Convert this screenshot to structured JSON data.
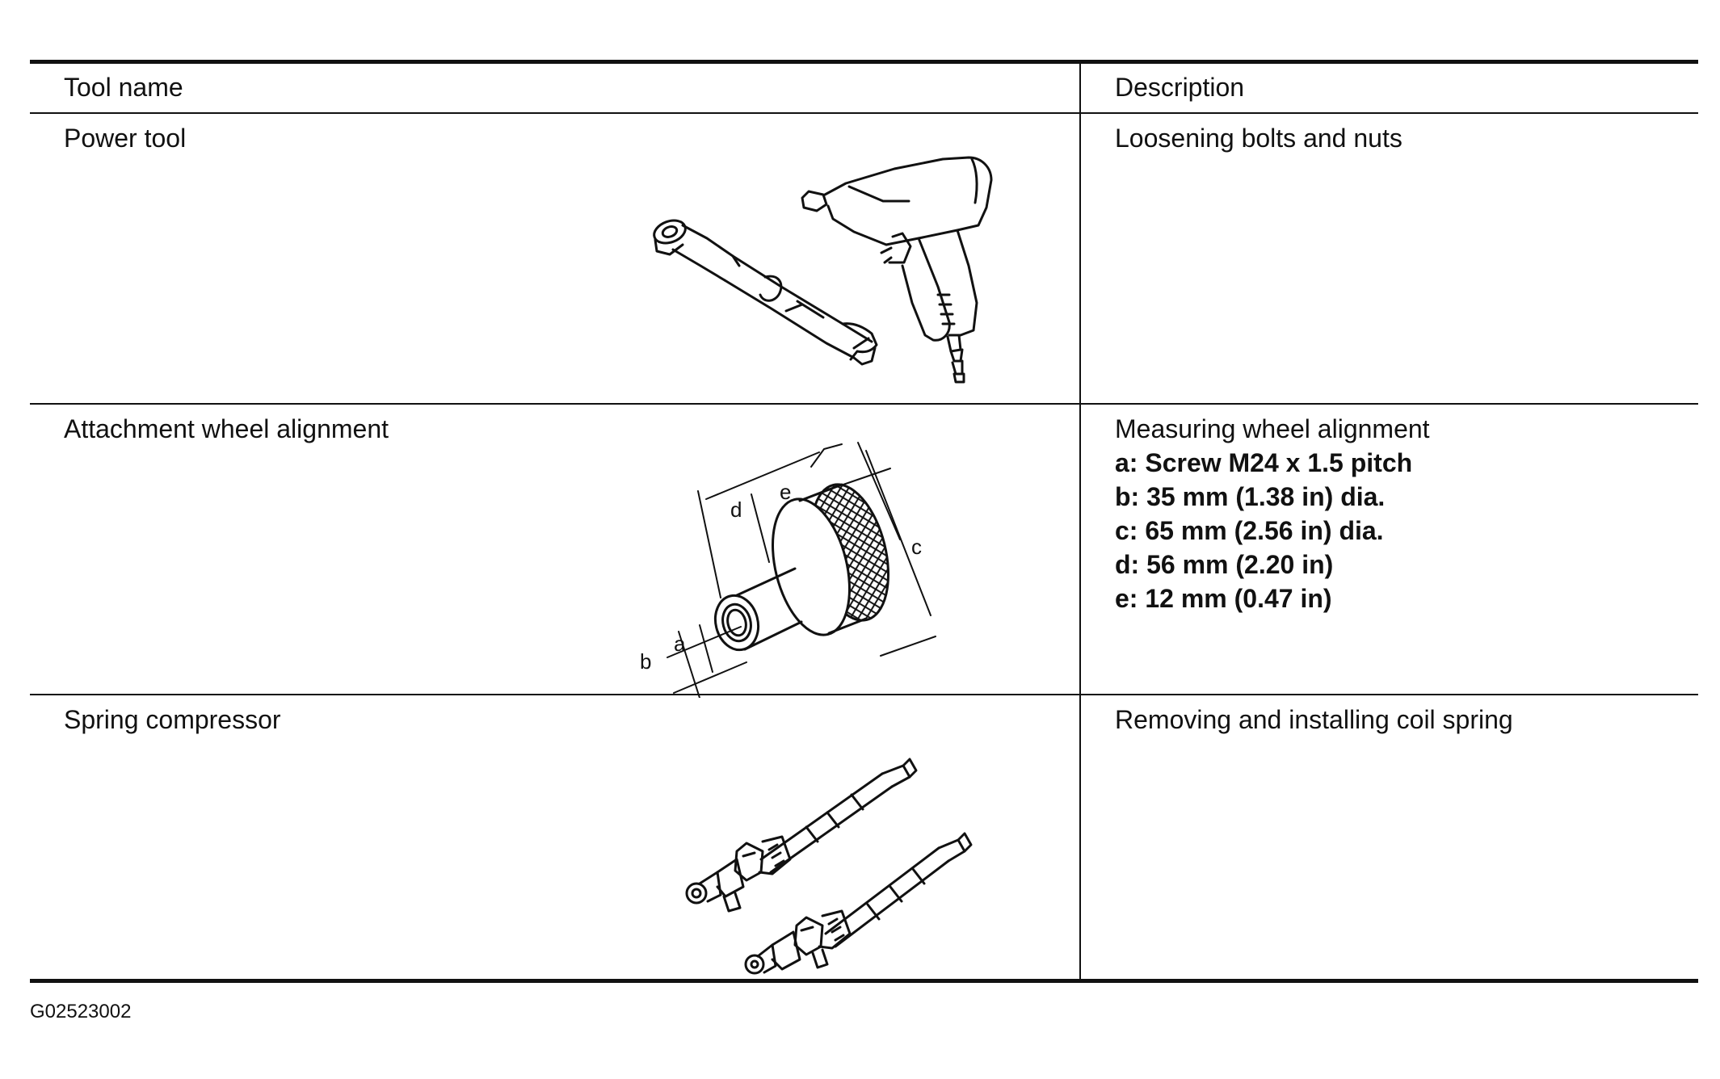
{
  "table": {
    "headers": {
      "tool_name": "Tool name",
      "description": "Description"
    },
    "rows": [
      {
        "tool_name": "Power tool",
        "description": "Loosening bolts and nuts",
        "illustration_icon": "pneumatic-ratchet-and-impact-wrench-icon"
      },
      {
        "tool_name": "Attachment wheel alignment",
        "description": "Measuring wheel alignment",
        "specs": [
          "a: Screw M24 x 1.5 pitch",
          "b: 35 mm (1.38 in) dia.",
          "c: 65 mm (2.56 in) dia.",
          "d: 56 mm (2.20 in)",
          "e: 12 mm (0.47 in)"
        ],
        "dimension_labels": [
          "a",
          "b",
          "c",
          "d",
          "e"
        ],
        "illustration_icon": "alignment-attachment-icon"
      },
      {
        "tool_name": "Spring compressor",
        "description": "Removing and installing coil spring",
        "illustration_icon": "coil-spring-compressor-icon"
      }
    ]
  },
  "figure_id": "G02523002"
}
